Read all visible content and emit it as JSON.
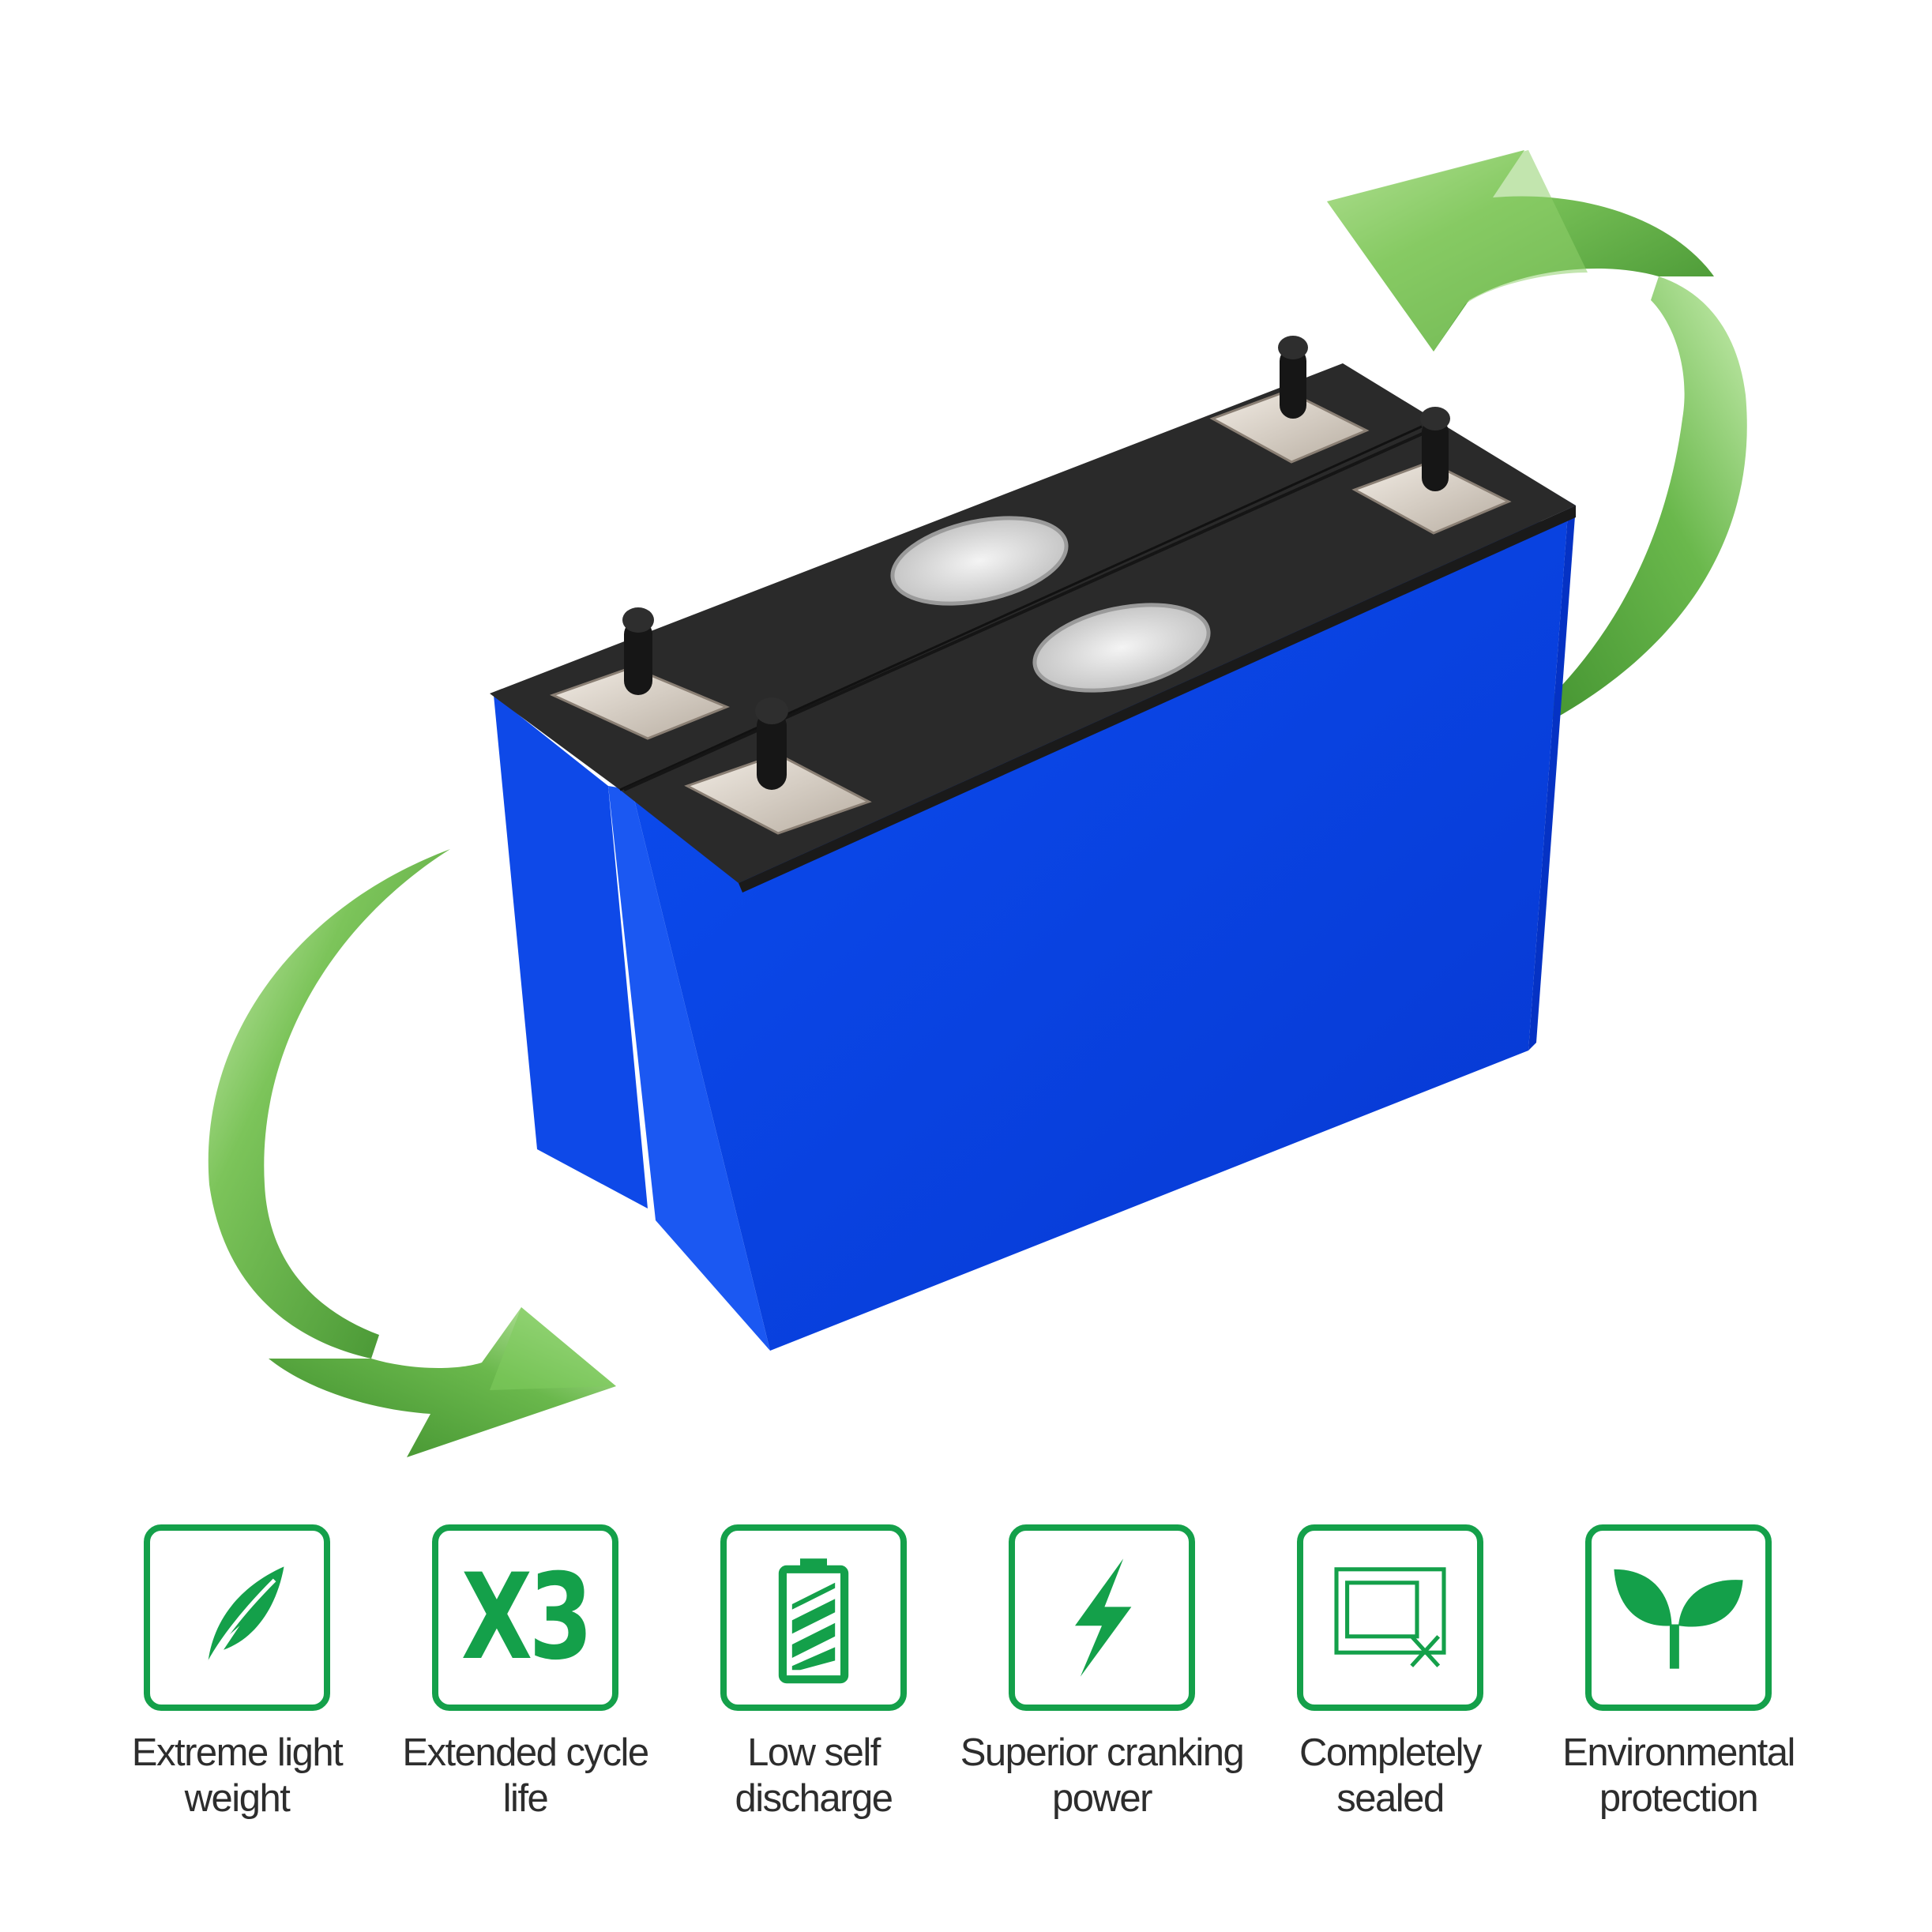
{
  "features": [
    {
      "icon": "feather-icon",
      "line1": "Extreme light",
      "line2": "weight"
    },
    {
      "icon": "x3-icon",
      "icon_text": "X3",
      "line1": "Extended cycle",
      "line2": "life"
    },
    {
      "icon": "battery-icon",
      "line1": "Low self",
      "line2": "discharge"
    },
    {
      "icon": "lightning-bolt-icon",
      "line1": "Superior cranking",
      "line2": "power"
    },
    {
      "icon": "sealed-box-icon",
      "line1": "Completely",
      "line2": "sealed"
    },
    {
      "icon": "sprout-icon",
      "line1": "Environmental",
      "line2": "protection"
    }
  ],
  "colors": {
    "accent_green": "#14a04a",
    "battery_blue": "#0a45e6",
    "battery_top": "#2b2b2b",
    "arrow_green": "#4ea83a"
  }
}
